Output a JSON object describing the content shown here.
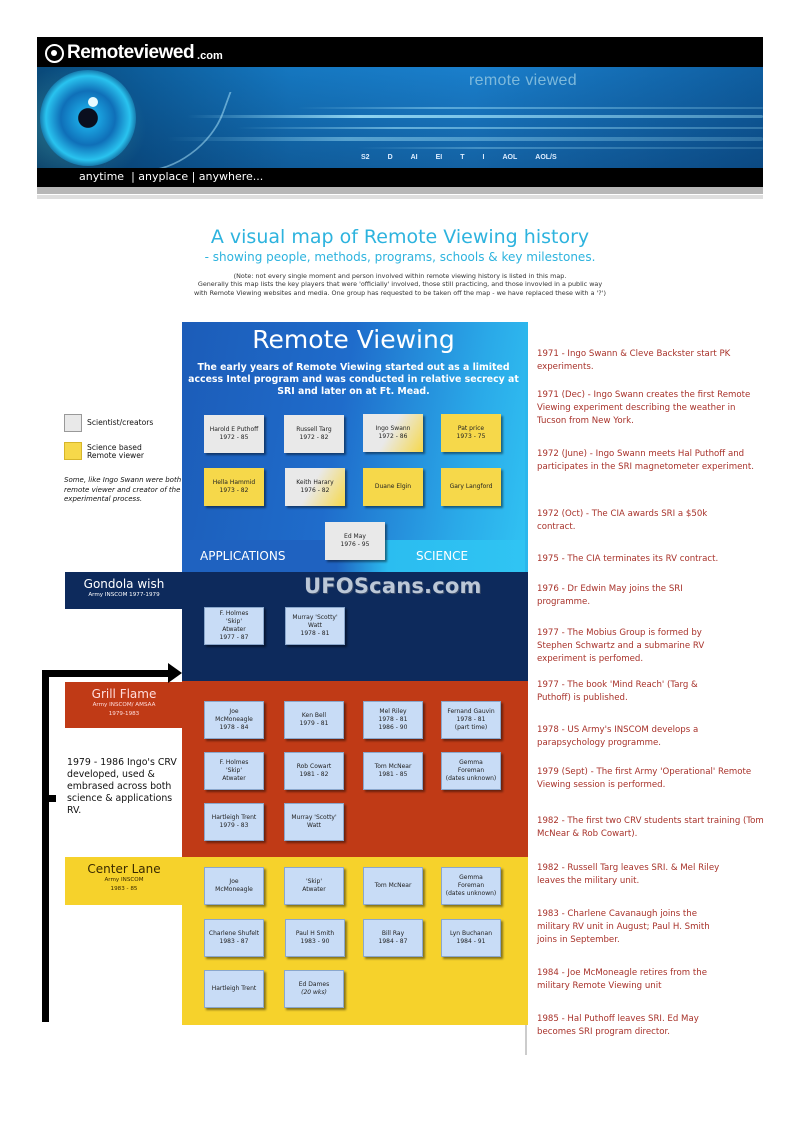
{
  "header": {
    "logo_name": "Remoteviewed",
    "logo_tld": ".com",
    "banner_text": "remote viewed",
    "nav": [
      "S2",
      "D",
      "AI",
      "EI",
      "T",
      "I",
      "AOL",
      "AOL/S"
    ],
    "tagline": "anytime  | anyplace | anywhere..."
  },
  "intro": {
    "title": "A visual map of Remote Viewing history",
    "subtitle": "- showing people, methods, programs, schools & key milestones.",
    "note_lines": [
      "(Note: not every single moment and person involved within remote viewing history is listed in this map.",
      "Generally this map lists the key players that were 'officially' involved, those still practicing, and those invovled in a public way",
      "with Remote Viewing websites and media. One group has requested to be taken off the map - we have replaced these with a '?')"
    ]
  },
  "legend": {
    "scientist": "Scientist/creators",
    "viewer": "Science based Remote viewer",
    "note": "Some, like Ingo Swann were both remote viewer and creator of the experimental process.",
    "colors": {
      "scientist": "#e9e9e9",
      "viewer": "#f6d84a",
      "military": "#c8dcf6"
    }
  },
  "remote_viewing": {
    "title": "Remote Viewing",
    "description": "The early years of Remote Viewing started out as a limited access Intel program and was conducted in relative secrecy at SRI and later on at Ft. Mead.",
    "applications_label": "APPLICATIONS",
    "science_label": "SCIENCE",
    "people": [
      {
        "name": "Harold E Puthoff",
        "dates": "1972 - 85",
        "role": "scientist"
      },
      {
        "name": "Russell Targ",
        "dates": "1972 - 82",
        "role": "scientist"
      },
      {
        "name": "Ingo Swann",
        "dates": "1972 - 86",
        "role": "both"
      },
      {
        "name": "Pat price",
        "dates": "1973 - 75",
        "role": "viewer"
      },
      {
        "name": "Hella Hammid",
        "dates": "1973 - 82",
        "role": "viewer"
      },
      {
        "name": "Keith Harary",
        "dates": "1976 - 82",
        "role": "both"
      },
      {
        "name": "Duane Elgin",
        "dates": "",
        "role": "viewer"
      },
      {
        "name": "Gary Langford",
        "dates": "",
        "role": "viewer"
      },
      {
        "name": "Ed May",
        "dates": "1976 - 95",
        "role": "scientist"
      }
    ],
    "color": "#1f6ccb"
  },
  "gondola_wish": {
    "name": "Gondola wish",
    "sub": "Army INSCOM 1977-1979",
    "color": "#0d2a5c",
    "people": [
      {
        "lines": [
          "F. Holmes",
          "'Skip'",
          "Atwater",
          "1977 - 87"
        ]
      },
      {
        "lines": [
          "Murray 'Scotty'",
          "Watt",
          "1978 - 81"
        ]
      }
    ]
  },
  "grill_flame": {
    "name": "Grill Flame",
    "sub1": "Army INSCOM/ AMSAA",
    "sub2": "1979-1983",
    "color": "#c03a16",
    "people": [
      {
        "lines": [
          "Joe",
          "McMoneagle",
          "1978 - 84"
        ]
      },
      {
        "lines": [
          "Ken Bell",
          "1979 - 81"
        ]
      },
      {
        "lines": [
          "Mel Riley",
          "1978 - 81",
          "1986 - 90"
        ]
      },
      {
        "lines": [
          "Fernand Gauvin",
          "1978 - 81",
          "(part time)"
        ]
      },
      {
        "lines": [
          "F. Holmes",
          "'Skip'",
          "Atwater"
        ]
      },
      {
        "lines": [
          "Rob Cowart",
          "1981 - 82"
        ]
      },
      {
        "lines": [
          "Tom McNear",
          "1981 - 85"
        ]
      },
      {
        "lines": [
          "Gemma",
          "Foreman",
          "(dates unknown)"
        ]
      },
      {
        "lines": [
          "Hartleigh Trent",
          "1979 - 83"
        ]
      },
      {
        "lines": [
          "Murray 'Scotty'",
          "Watt"
        ]
      }
    ]
  },
  "crv_note": "1979 - 1986 Ingo's CRV developed, used & embrased across both science & applications RV.",
  "center_lane": {
    "name": "Center Lane",
    "sub1": "Army INSCOM",
    "sub2": "1983 - 85",
    "color": "#f6d22b",
    "people": [
      {
        "lines": [
          "Joe",
          "McMoneagle"
        ]
      },
      {
        "lines": [
          "'Skip'",
          "Atwater"
        ]
      },
      {
        "lines": [
          "Tom McNear"
        ]
      },
      {
        "lines": [
          "Gemma",
          "Foreman",
          "(dates unknown)"
        ]
      },
      {
        "lines": [
          "Charlene Shufelt",
          "1983 - 87"
        ]
      },
      {
        "lines": [
          "Paul H Smith",
          "1983 - 90"
        ]
      },
      {
        "lines": [
          "Bill Ray",
          "1984 - 87"
        ]
      },
      {
        "lines": [
          "Lyn Buchanan",
          "1984 - 91"
        ]
      },
      {
        "lines": [
          "Hartleigh Trent"
        ]
      },
      {
        "lines": [
          "Ed Dames",
          "(20 wks)"
        ]
      }
    ]
  },
  "watermark": "UFOScans.com",
  "timeline": [
    "1971 - Ingo Swann & Cleve Backster start PK experiments.",
    "1971 (Dec) - Ingo Swann creates the first Remote Viewing experiment describing the weather in Tucson from New York.",
    "1972 (June) - Ingo Swann meets Hal Puthoff and participates in the SRI magnetometer experiment.",
    "1972 (Oct) - The CIA awards SRI a $50k contract.",
    "1975  - The CIA terminates its RV contract.",
    "1976  - Dr Edwin May joins the SRI programme.",
    "1977 - The Mobius Group is formed by Stephen Schwartz and a submarine RV experiment is perfomed.",
    "1977 - The book 'Mind Reach' (Targ & Puthoff) is published.",
    "1978 - US Army's INSCOM develops a parapsychology programme.",
    "1979 (Sept) - The first Army 'Operational' Remote Viewing session is performed.",
    "1982 - The first two CRV students start training (Tom McNear & Rob Cowart).",
    "1982 - Russell Targ leaves SRI. & Mel Riley leaves the military unit.",
    "1983 - Charlene Cavanaugh joins the military RV unit in August; Paul H. Smith joins in September.",
    "1984 - Joe McMoneagle retires from the military Remote Viewing unit",
    "1985 - Hal Puthoff leaves SRI. Ed May becomes SRI program director."
  ],
  "timeline_text_color": "#a8322a"
}
